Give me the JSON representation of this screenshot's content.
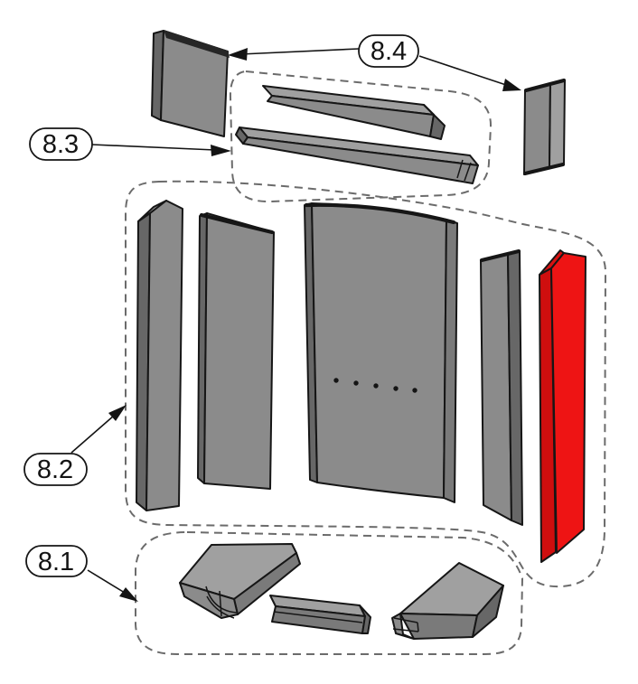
{
  "diagram": {
    "type": "exploded-parts-diagram",
    "callouts": {
      "c84": {
        "label": "8.4"
      },
      "c83": {
        "label": "8.3"
      },
      "c82": {
        "label": "8.2"
      },
      "c81": {
        "label": "8.1"
      }
    },
    "groups": [
      {
        "id": "8.4",
        "parts": [
          "top-plate-left",
          "top-plate-right"
        ]
      },
      {
        "id": "8.3",
        "parts": [
          "baffle-bar-upper",
          "baffle-bar-lower"
        ]
      },
      {
        "id": "8.2",
        "parts": [
          "side-panel-outer-left",
          "side-panel-inner-left",
          "back-panel",
          "side-panel-inner-right",
          "side-panel-outer-right-highlighted"
        ]
      },
      {
        "id": "8.1",
        "parts": [
          "bottom-stone-left",
          "bottom-stone-center",
          "bottom-stone-right"
        ]
      }
    ],
    "highlight": {
      "group": "8.2",
      "part": "side-panel-outer-right",
      "color": "#ee1414"
    },
    "back_panel_hole_count": 5,
    "colors": {
      "background": "#ffffff",
      "part_face": "#8b8b8b",
      "part_top": "#a0a0a0",
      "part_front": "#7a7a7a",
      "part_side": "#676767",
      "outline": "#161616",
      "dashed_outline": "#6b6b6b",
      "highlight_face": "#ee1414",
      "highlight_side": "#cf0e0e",
      "highlight_bevel": "#d81111"
    }
  }
}
